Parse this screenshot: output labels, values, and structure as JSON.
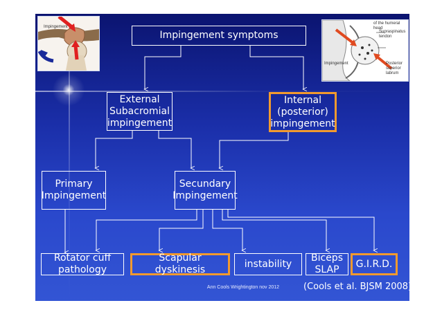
{
  "diagram": {
    "top": {
      "label": "Impingement symptoms"
    },
    "external": {
      "label": "External\nSubacromial\nimpingement"
    },
    "internal": {
      "label": "Internal\n(posterior)\nimpingement"
    },
    "primary": {
      "label": "Primary\nImpingement"
    },
    "secundary": {
      "label": "Secundary\nImpingement"
    },
    "rotator": {
      "label": "Rotator cuff\npathology"
    },
    "scapular": {
      "label": "Scapular dyskinesis"
    },
    "instability": {
      "label": "instability"
    },
    "biceps": {
      "label": "Biceps\nSLAP"
    },
    "gird": {
      "label": "G.I.R.D."
    }
  },
  "images": {
    "left": {
      "caption_top": "Impingement"
    },
    "right": {
      "caption_left": "Impingement",
      "caption_humeral": "of the humeral\nhead",
      "caption_supra": "Supraspinatus\ntendon",
      "caption_labrum": "Posterior\nsuperior\nlabrum"
    }
  },
  "footer": {
    "credit": "Ann Cools Wrightington nov 2012",
    "citation": "(Cools et al. BJSM 2008)"
  },
  "colors": {
    "background_top": "#0b1470",
    "background_bottom": "#3355d4",
    "highlight": "#f29a2e",
    "line": "#ffffff"
  }
}
